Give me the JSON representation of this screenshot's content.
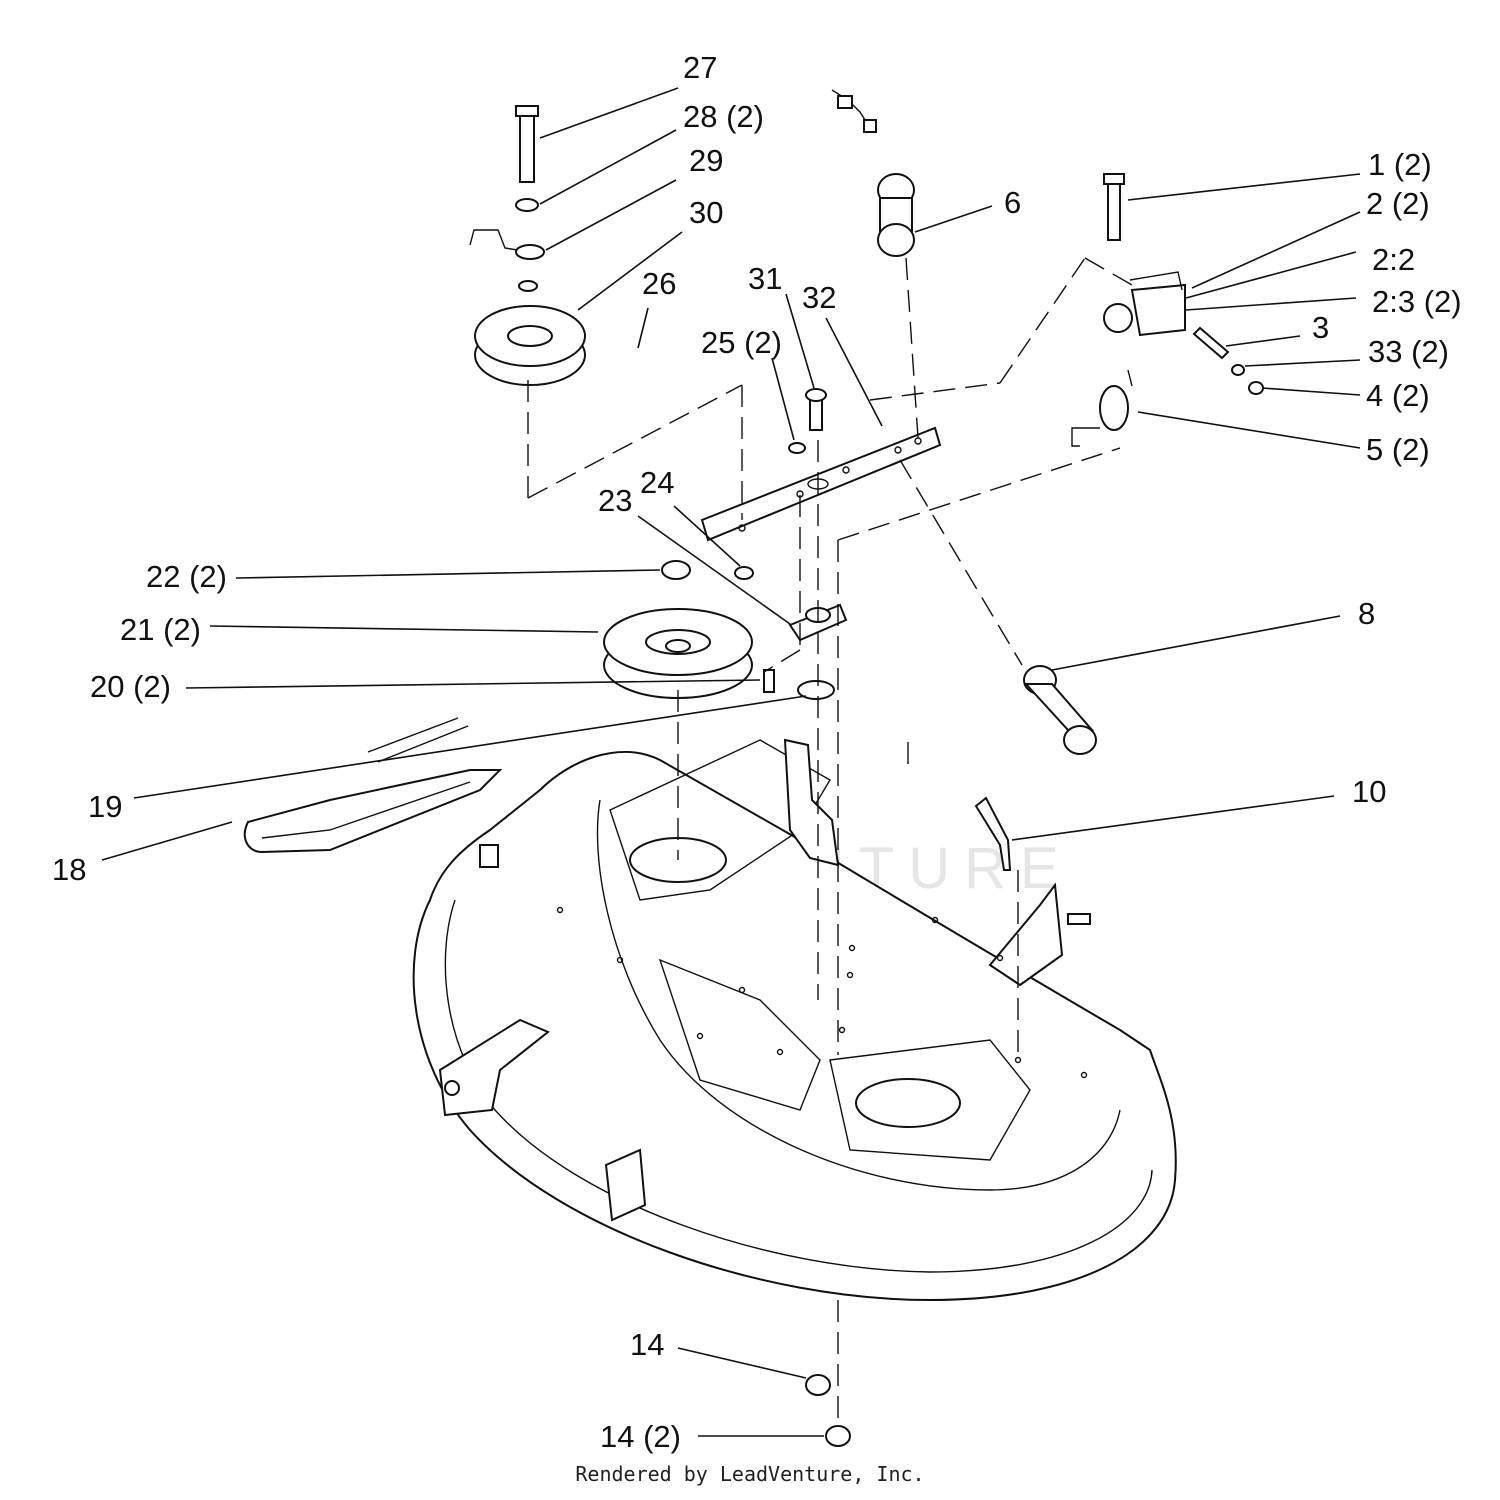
{
  "callouts": [
    {
      "id": "27",
      "text": "27"
    },
    {
      "id": "28",
      "text": "28 (2)"
    },
    {
      "id": "29",
      "text": "29"
    },
    {
      "id": "30",
      "text": "30"
    },
    {
      "id": "26",
      "text": "26"
    },
    {
      "id": "31",
      "text": "31"
    },
    {
      "id": "32",
      "text": "32"
    },
    {
      "id": "25",
      "text": "25 (2)"
    },
    {
      "id": "6",
      "text": "6"
    },
    {
      "id": "1",
      "text": "1 (2)"
    },
    {
      "id": "2",
      "text": "2 (2)"
    },
    {
      "id": "2-2",
      "text": "2:2"
    },
    {
      "id": "2-3",
      "text": "2:3 (2)"
    },
    {
      "id": "3",
      "text": "3"
    },
    {
      "id": "33",
      "text": "33 (2)"
    },
    {
      "id": "4",
      "text": "4 (2)"
    },
    {
      "id": "5",
      "text": "5 (2)"
    },
    {
      "id": "24",
      "text": "24"
    },
    {
      "id": "23",
      "text": "23"
    },
    {
      "id": "22",
      "text": "22 (2)"
    },
    {
      "id": "21",
      "text": "21 (2)"
    },
    {
      "id": "20",
      "text": "20 (2)"
    },
    {
      "id": "8",
      "text": "8"
    },
    {
      "id": "19",
      "text": "19"
    },
    {
      "id": "10",
      "text": "10"
    },
    {
      "id": "18",
      "text": "18"
    },
    {
      "id": "14a",
      "text": "14"
    },
    {
      "id": "14b",
      "text": "14 (2)"
    }
  ],
  "watermark": "LEADVENTURE",
  "footer": "Rendered by LeadVenture, Inc."
}
